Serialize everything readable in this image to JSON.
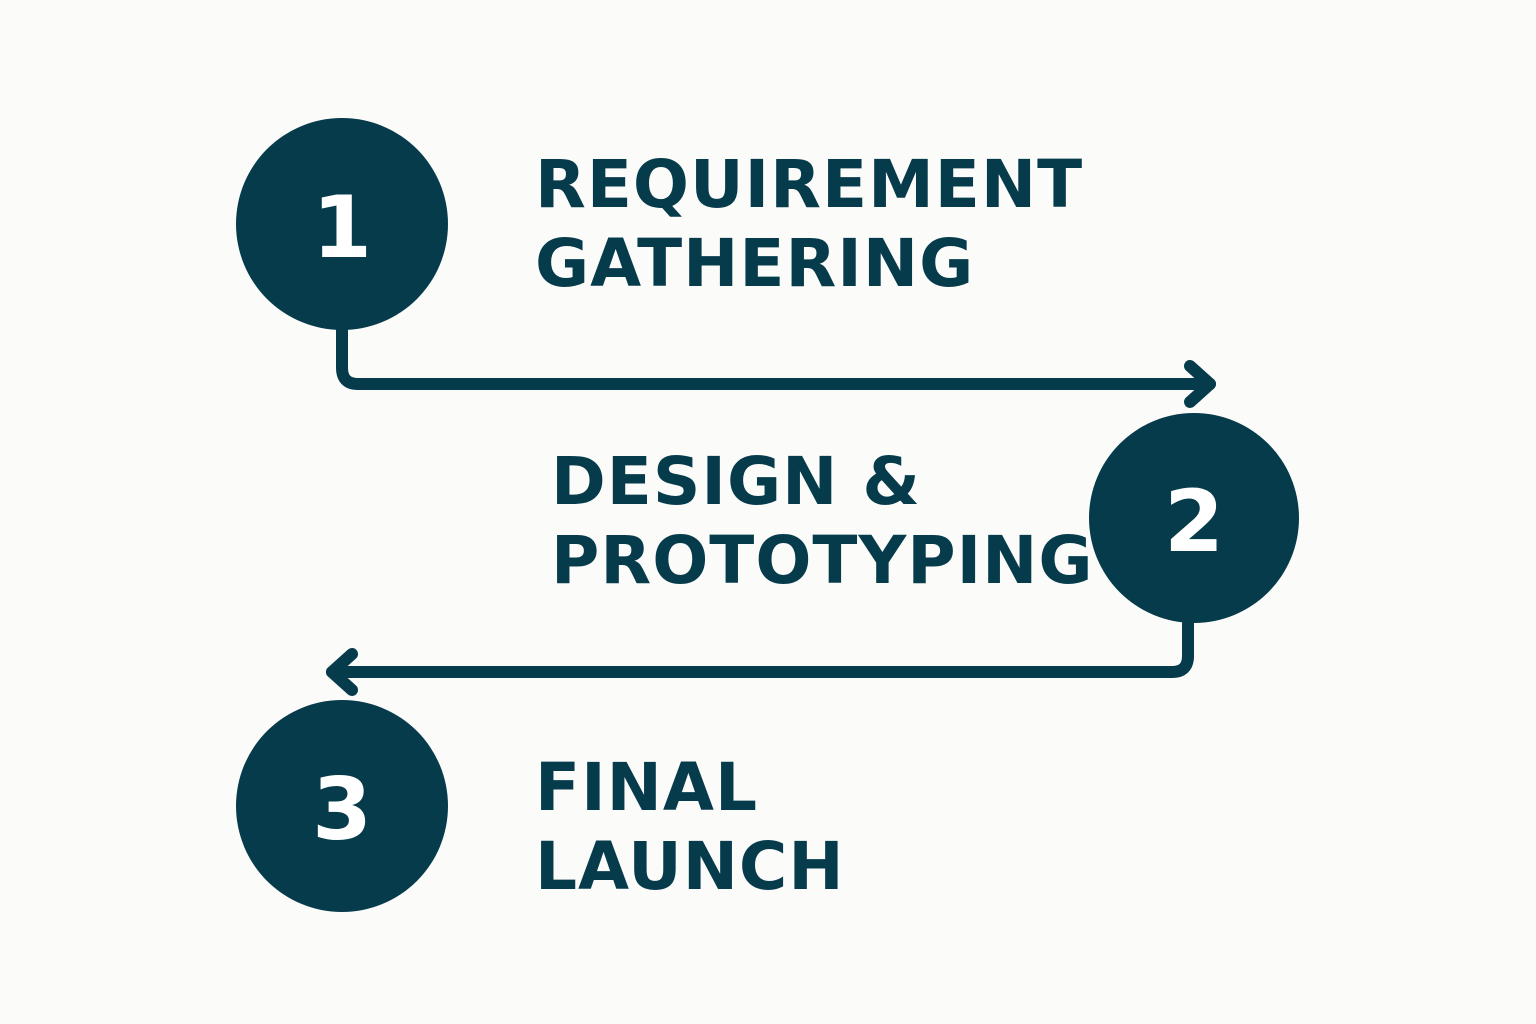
{
  "colors": {
    "primary": "#063b4c",
    "on_primary": "#ffffff",
    "background": "#fbfbf9"
  },
  "steps": [
    {
      "number": "1",
      "title_line1": "REQUIREMENT",
      "title_line2": "GATHERING"
    },
    {
      "number": "2",
      "title_line1": "DESIGN &",
      "title_line2": "PROTOTYPING"
    },
    {
      "number": "3",
      "title_line1": "FINAL",
      "title_line2": "LAUNCH"
    }
  ]
}
